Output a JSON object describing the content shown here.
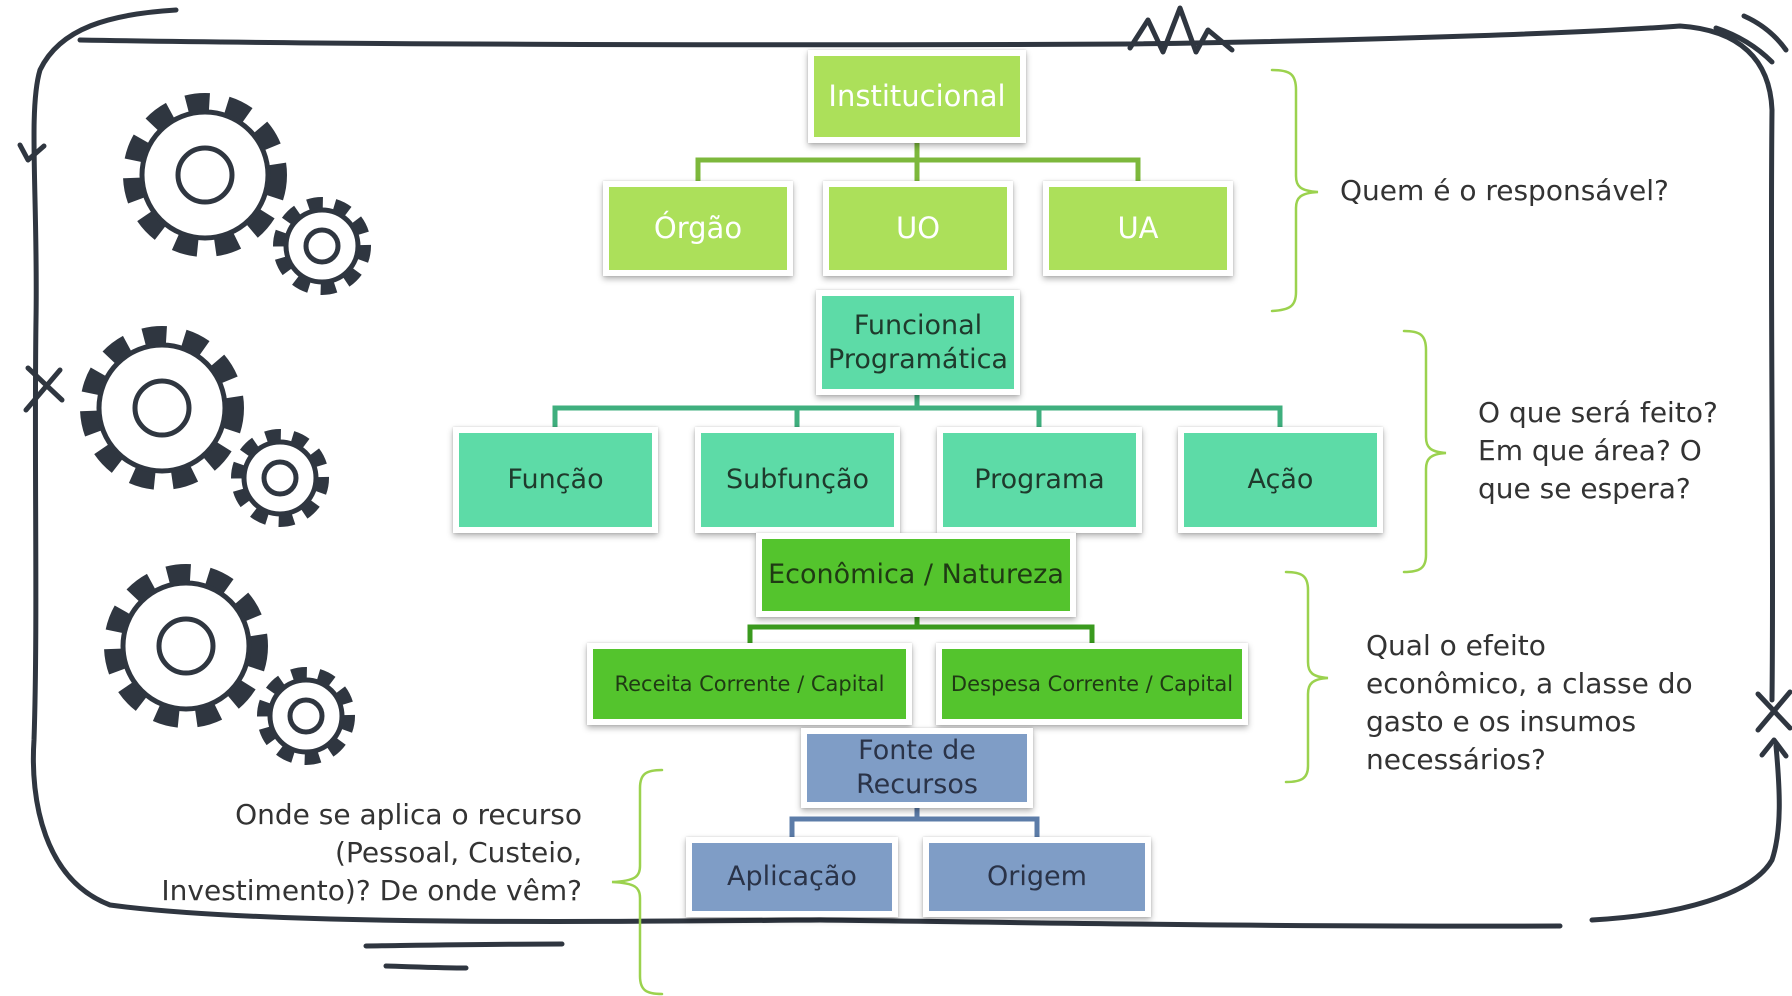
{
  "diagram": {
    "institucional": {
      "title": "Institucional",
      "children": [
        "Órgão",
        "UO",
        "UA"
      ],
      "question": "Quem é o responsável?"
    },
    "funcional": {
      "title_line1": "Funcional",
      "title_line2": "Programática",
      "children": [
        "Função",
        "Subfunção",
        "Programa",
        "Ação"
      ],
      "question_lines": [
        "O que será feito?",
        "Em que área? O",
        "que se espera?"
      ]
    },
    "economica": {
      "title": "Econômica / Natureza",
      "children": [
        "Receita Corrente / Capital",
        "Despesa Corrente / Capital"
      ],
      "question_lines": [
        "Qual o efeito",
        "econômico, a classe do",
        "gasto e os insumos",
        "necessários?"
      ]
    },
    "fonte": {
      "title_line1": "Fonte de",
      "title_line2": "Recursos",
      "children": [
        "Aplicação",
        "Origem"
      ],
      "question_lines": [
        "Onde se aplica o recurso",
        "(Pessoal, Custeio,",
        "Investimento)? De onde vêm?"
      ]
    }
  },
  "colors": {
    "institucional": "#ACE05A",
    "funcional": "#5DDBA7",
    "economica": "#54C42D",
    "fonte": "#7F9DC6",
    "bracket": "#9BD24E",
    "sketch": "#2f3640"
  },
  "icons": [
    "gear-icon",
    "gear-icon",
    "gear-icon",
    "gear-icon",
    "gear-icon",
    "gear-icon"
  ]
}
